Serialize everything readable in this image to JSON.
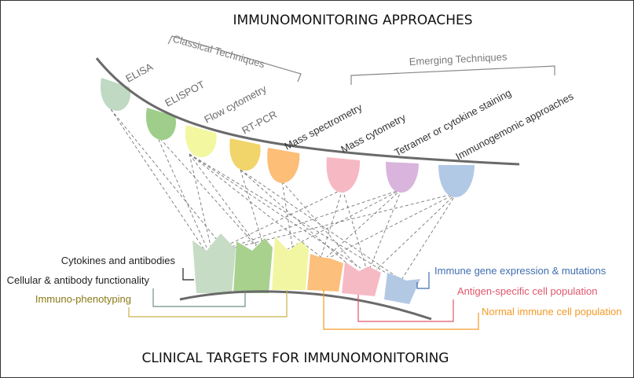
{
  "title": "IMMUNOMONITORING APPROACHES",
  "subtitle": "CLINICAL TARGETS FOR IMMUNOMONITORING",
  "groups": {
    "classical": "Classical Techniques",
    "emerging": "Emerging Techniques"
  },
  "techniques": [
    {
      "label": "ELISA",
      "color": "#bfd9c3"
    },
    {
      "label": "ELISPOT",
      "color": "#9fce8a"
    },
    {
      "label": "Flow cytometry",
      "color": "#f2f7a0"
    },
    {
      "label": "RT-PCR",
      "color": "#f1d46a"
    },
    {
      "label": "Mass spectrometry",
      "color": "#fdbe78"
    },
    {
      "label": "Mass cytometry",
      "color": "#f6b9c4"
    },
    {
      "label": "Tetramer or cytokine staining",
      "color": "#d9b4dd"
    },
    {
      "label": "Immunogemonic approaches",
      "color": "#b2c9e6"
    }
  ],
  "targets": [
    {
      "label": "Cytokines and antibodies",
      "color": "#222222",
      "shape_color": "#c6dcc4"
    },
    {
      "label": "Cellular & antibody functionality",
      "color": "#222222",
      "shape_color": "#a8d18e"
    },
    {
      "label": "Immuno-phenotyping",
      "color": "#8a7a14",
      "shape_color": "#f2f6a2"
    },
    {
      "label": "Normal immune cell population",
      "color": "#f39a27",
      "shape_color": "#fdbf7c"
    },
    {
      "label": "Antigen-specific cell population",
      "color": "#e0576b",
      "shape_color": "#f6bac5"
    },
    {
      "label": "Immune gene expression & mutations",
      "color": "#3f6fb0",
      "shape_color": "#b3c8e3"
    }
  ]
}
